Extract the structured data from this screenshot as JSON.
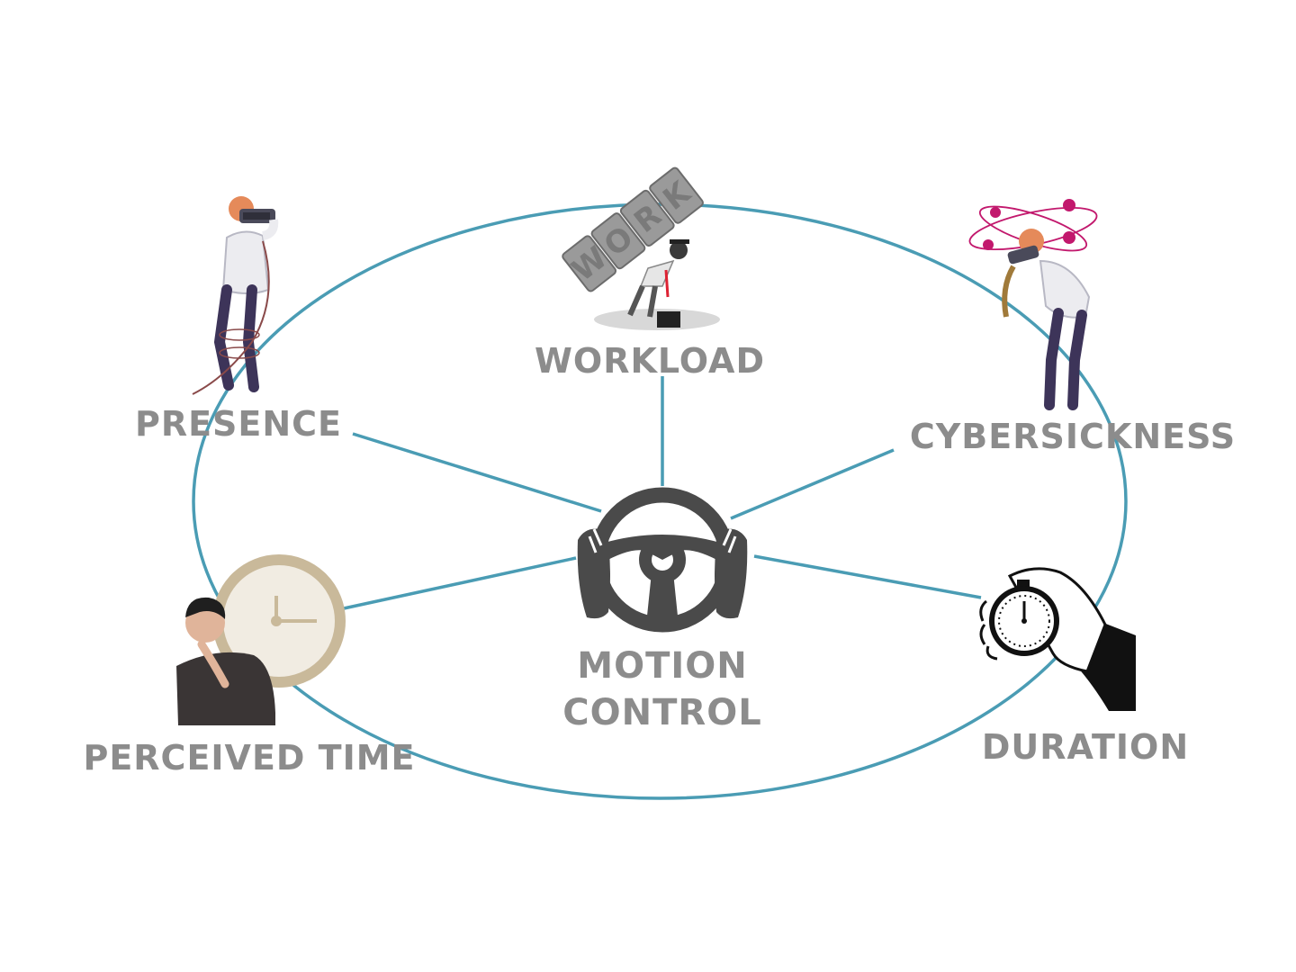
{
  "center": {
    "line1": "MOTION",
    "line2": "CONTROL",
    "icon": "steering-wheel-icon"
  },
  "nodes": [
    {
      "id": "workload",
      "label": "WORKLOAD",
      "icon": "work-burden-icon"
    },
    {
      "id": "presence",
      "label": "PRESENCE",
      "icon": "vr-user-presence-icon"
    },
    {
      "id": "cybersickness",
      "label": "CYBERSICKNESS",
      "icon": "vr-user-sick-icon"
    },
    {
      "id": "perceived-time",
      "label": "PERCEIVED TIME",
      "icon": "thinking-man-clock-icon"
    },
    {
      "id": "duration",
      "label": "DURATION",
      "icon": "stopwatch-hand-icon"
    }
  ],
  "colors": {
    "connector": "#4a9cb4",
    "label": "#8c8c8c",
    "icon_dark": "#4a4a4a",
    "accent_magenta": "#c2186d",
    "clock_beige": "#c9b99a"
  }
}
